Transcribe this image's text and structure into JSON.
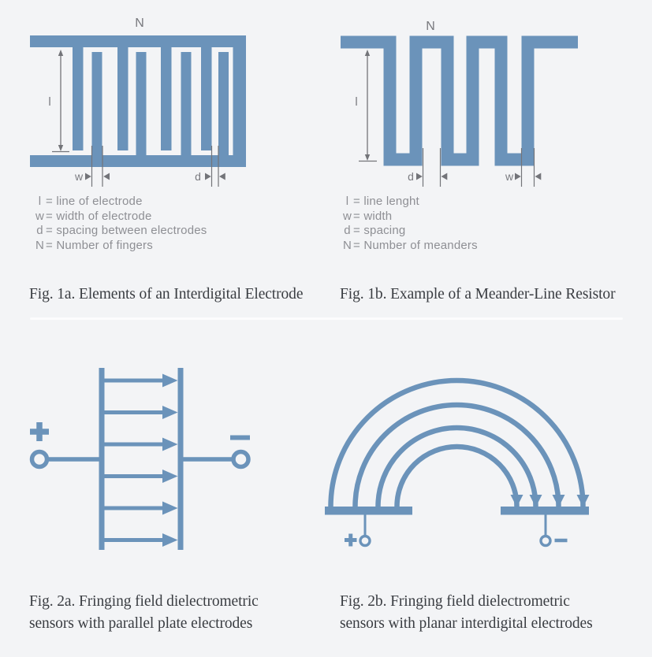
{
  "palette": {
    "background": "#f3f4f6",
    "electrode_blue": "#6b93ba",
    "annotation_gray": "#737479",
    "legend_gray": "#8e8f94",
    "caption_color": "#3a3d42",
    "divider_color": "#fcfcfd"
  },
  "fig1a": {
    "label_N": "N",
    "label_l": "l",
    "label_w": "w",
    "label_d": "d",
    "legend": [
      {
        "symbol": "l",
        "def": "= line of electrode"
      },
      {
        "symbol": "w",
        "def": "= width of electrode"
      },
      {
        "symbol": "d",
        "def": "= spacing between electrodes"
      },
      {
        "symbol": "N",
        "def": "= Number of fingers"
      }
    ],
    "caption": "Fig. 1a. Elements of an Interdigital Electrode"
  },
  "fig1b": {
    "label_N": "N",
    "label_l": "l",
    "label_d": "d",
    "label_w": "w",
    "legend": [
      {
        "symbol": "l",
        "def": "= line lenght"
      },
      {
        "symbol": "w",
        "def": "= width"
      },
      {
        "symbol": "d",
        "def": "= spacing"
      },
      {
        "symbol": "N",
        "def": "= Number of meanders"
      }
    ],
    "caption": "Fig. 1b. Example of a Meander-Line Resistor"
  },
  "fig2a": {
    "plus_symbol": "+",
    "minus_symbol": "−",
    "caption_line1": "Fig. 2a. Fringing field dielectrometric",
    "caption_line2": "sensors with parallel plate electrodes"
  },
  "fig2b": {
    "plus_symbol": "+",
    "minus_symbol": "−",
    "caption_line1": "Fig. 2b. Fringing field dielectrometric",
    "caption_line2": "sensors with planar interdigital electrodes"
  }
}
